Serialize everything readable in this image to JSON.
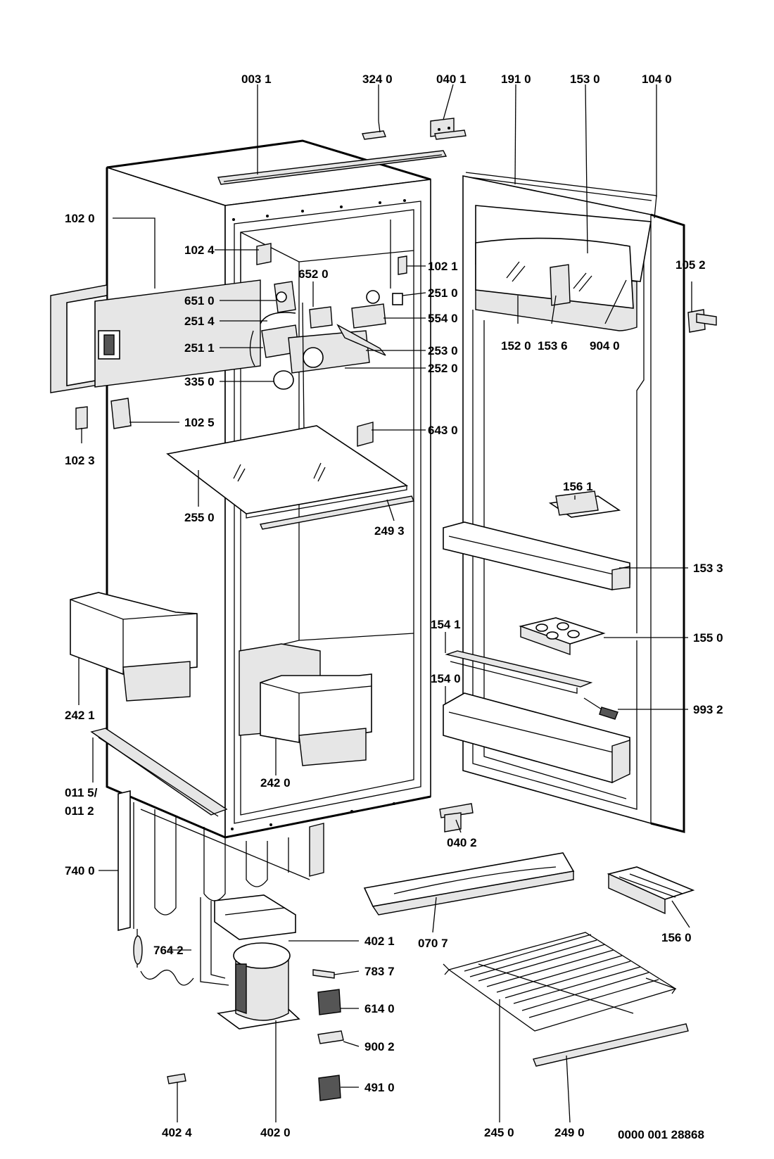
{
  "labels": {
    "l_0031": "003 1",
    "l_3240": "324 0",
    "l_0401": "040 1",
    "l_1910": "191 0",
    "l_1530": "153 0",
    "l_1040": "104 0",
    "l_1020": "102 0",
    "l_1024": "102 4",
    "l_1021": "102 1",
    "l_6520": "652 0",
    "l_6510": "651 0",
    "l_2510": "251 0",
    "l_2514": "251 4",
    "l_5540": "554 0",
    "l_2511": "251 1",
    "l_2530": "253 0",
    "l_2520": "252 0",
    "l_3350": "335 0",
    "l_1520": "152 0",
    "l_1536": "153 6",
    "l_9040": "904 0",
    "l_1052": "105 2",
    "l_1025": "102 5",
    "l_1023": "102 3",
    "l_6430": "643 0",
    "l_1561": "156 1",
    "l_2550": "255 0",
    "l_2493": "249 3",
    "l_1533": "153 3",
    "l_1541": "154 1",
    "l_1550": "155 0",
    "l_1540": "154 0",
    "l_2421": "242 1",
    "l_9932": "993 2",
    "l_2420": "242 0",
    "l_0115": "011 5/",
    "l_0112": "011 2",
    "l_0402": "040 2",
    "l_7400": "740 0",
    "l_1560": "156 0",
    "l_4021": "402 1",
    "l_0707": "070 7",
    "l_7642": "764 2",
    "l_7837": "783 7",
    "l_6140": "614 0",
    "l_9002": "900 2",
    "l_4910": "491 0",
    "l_4024": "402 4",
    "l_4020": "402 0",
    "l_2450": "245 0",
    "l_2490": "249 0"
  },
  "reference": "0000 001 28868"
}
